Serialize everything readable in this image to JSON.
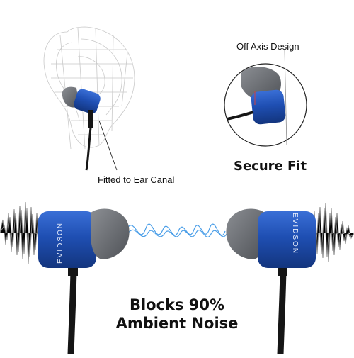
{
  "labels": {
    "off_axis": "Off Axis Design",
    "fitted": "Fitted to Ear Canal",
    "secure_fit": "Secure Fit",
    "blocks_line1": "Blocks 90%",
    "blocks_line2": "Ambient Noise"
  },
  "brand": "EVIDSON",
  "colors": {
    "earbud_blue": "#1f4fb3",
    "eartip_gray": "#6b6e73",
    "cable": "#151515",
    "soundwave_gray": "#8a8a8a",
    "soundwave_blue": "#4a9ee8"
  }
}
